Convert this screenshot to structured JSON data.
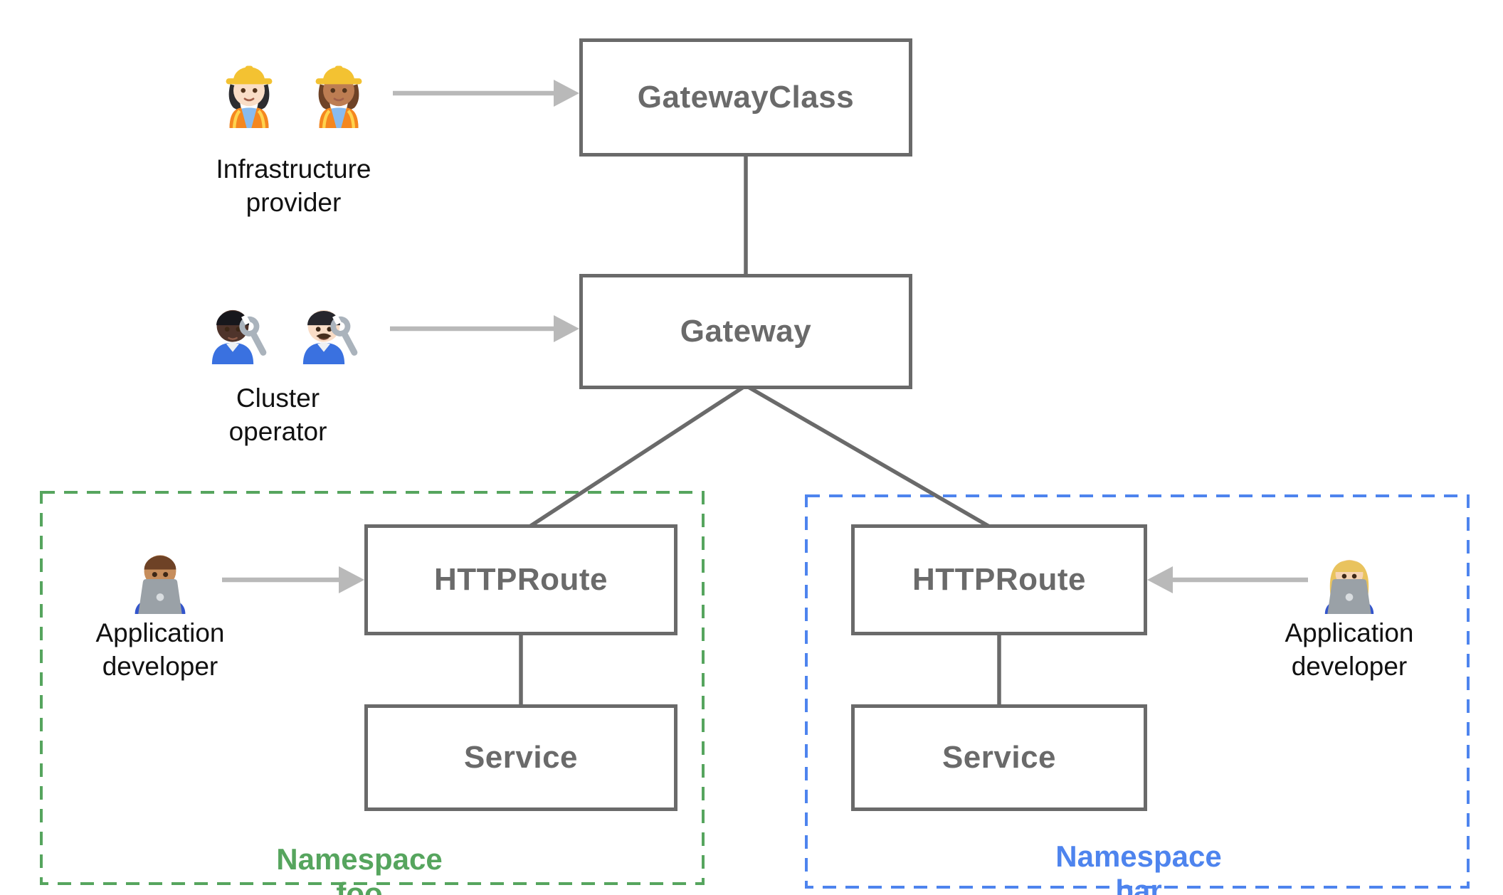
{
  "diagram": {
    "nodes": {
      "gateway_class": {
        "label": "GatewayClass"
      },
      "gateway": {
        "label": "Gateway"
      },
      "namespace_foo": {
        "label": "Namespace foo",
        "color": "#56a55e",
        "httproute": {
          "label": "HTTPRoute"
        },
        "service": {
          "label": "Service"
        }
      },
      "namespace_bar": {
        "label": "Namespace bar",
        "color": "#4e84ee",
        "httproute": {
          "label": "HTTPRoute"
        },
        "service": {
          "label": "Service"
        }
      }
    },
    "personas": {
      "infrastructure_provider": {
        "label": "Infrastructure\nprovider",
        "icons": [
          "woman-construction-worker-light-skin-emoji",
          "woman-construction-worker-medium-skin-emoji"
        ]
      },
      "cluster_operator": {
        "label": "Cluster\noperator",
        "icons": [
          "person-mechanic-dark-skin-emoji",
          "man-mechanic-light-skin-emoji"
        ]
      },
      "application_developer_foo": {
        "label": "Application\ndeveloper",
        "icons": [
          "man-technologist-emoji"
        ]
      },
      "application_developer_bar": {
        "label": "Application\ndeveloper",
        "icons": [
          "woman-technologist-emoji"
        ]
      }
    },
    "colors": {
      "node_border": "#6a6a6a",
      "node_text": "#6a6a6a",
      "connector": "#6a6a6a",
      "arrow": "#b9b9b9",
      "persona_text": "#111111",
      "namespace_foo": "#56a55e",
      "namespace_bar": "#4e84ee",
      "background": "#ffffff"
    }
  }
}
